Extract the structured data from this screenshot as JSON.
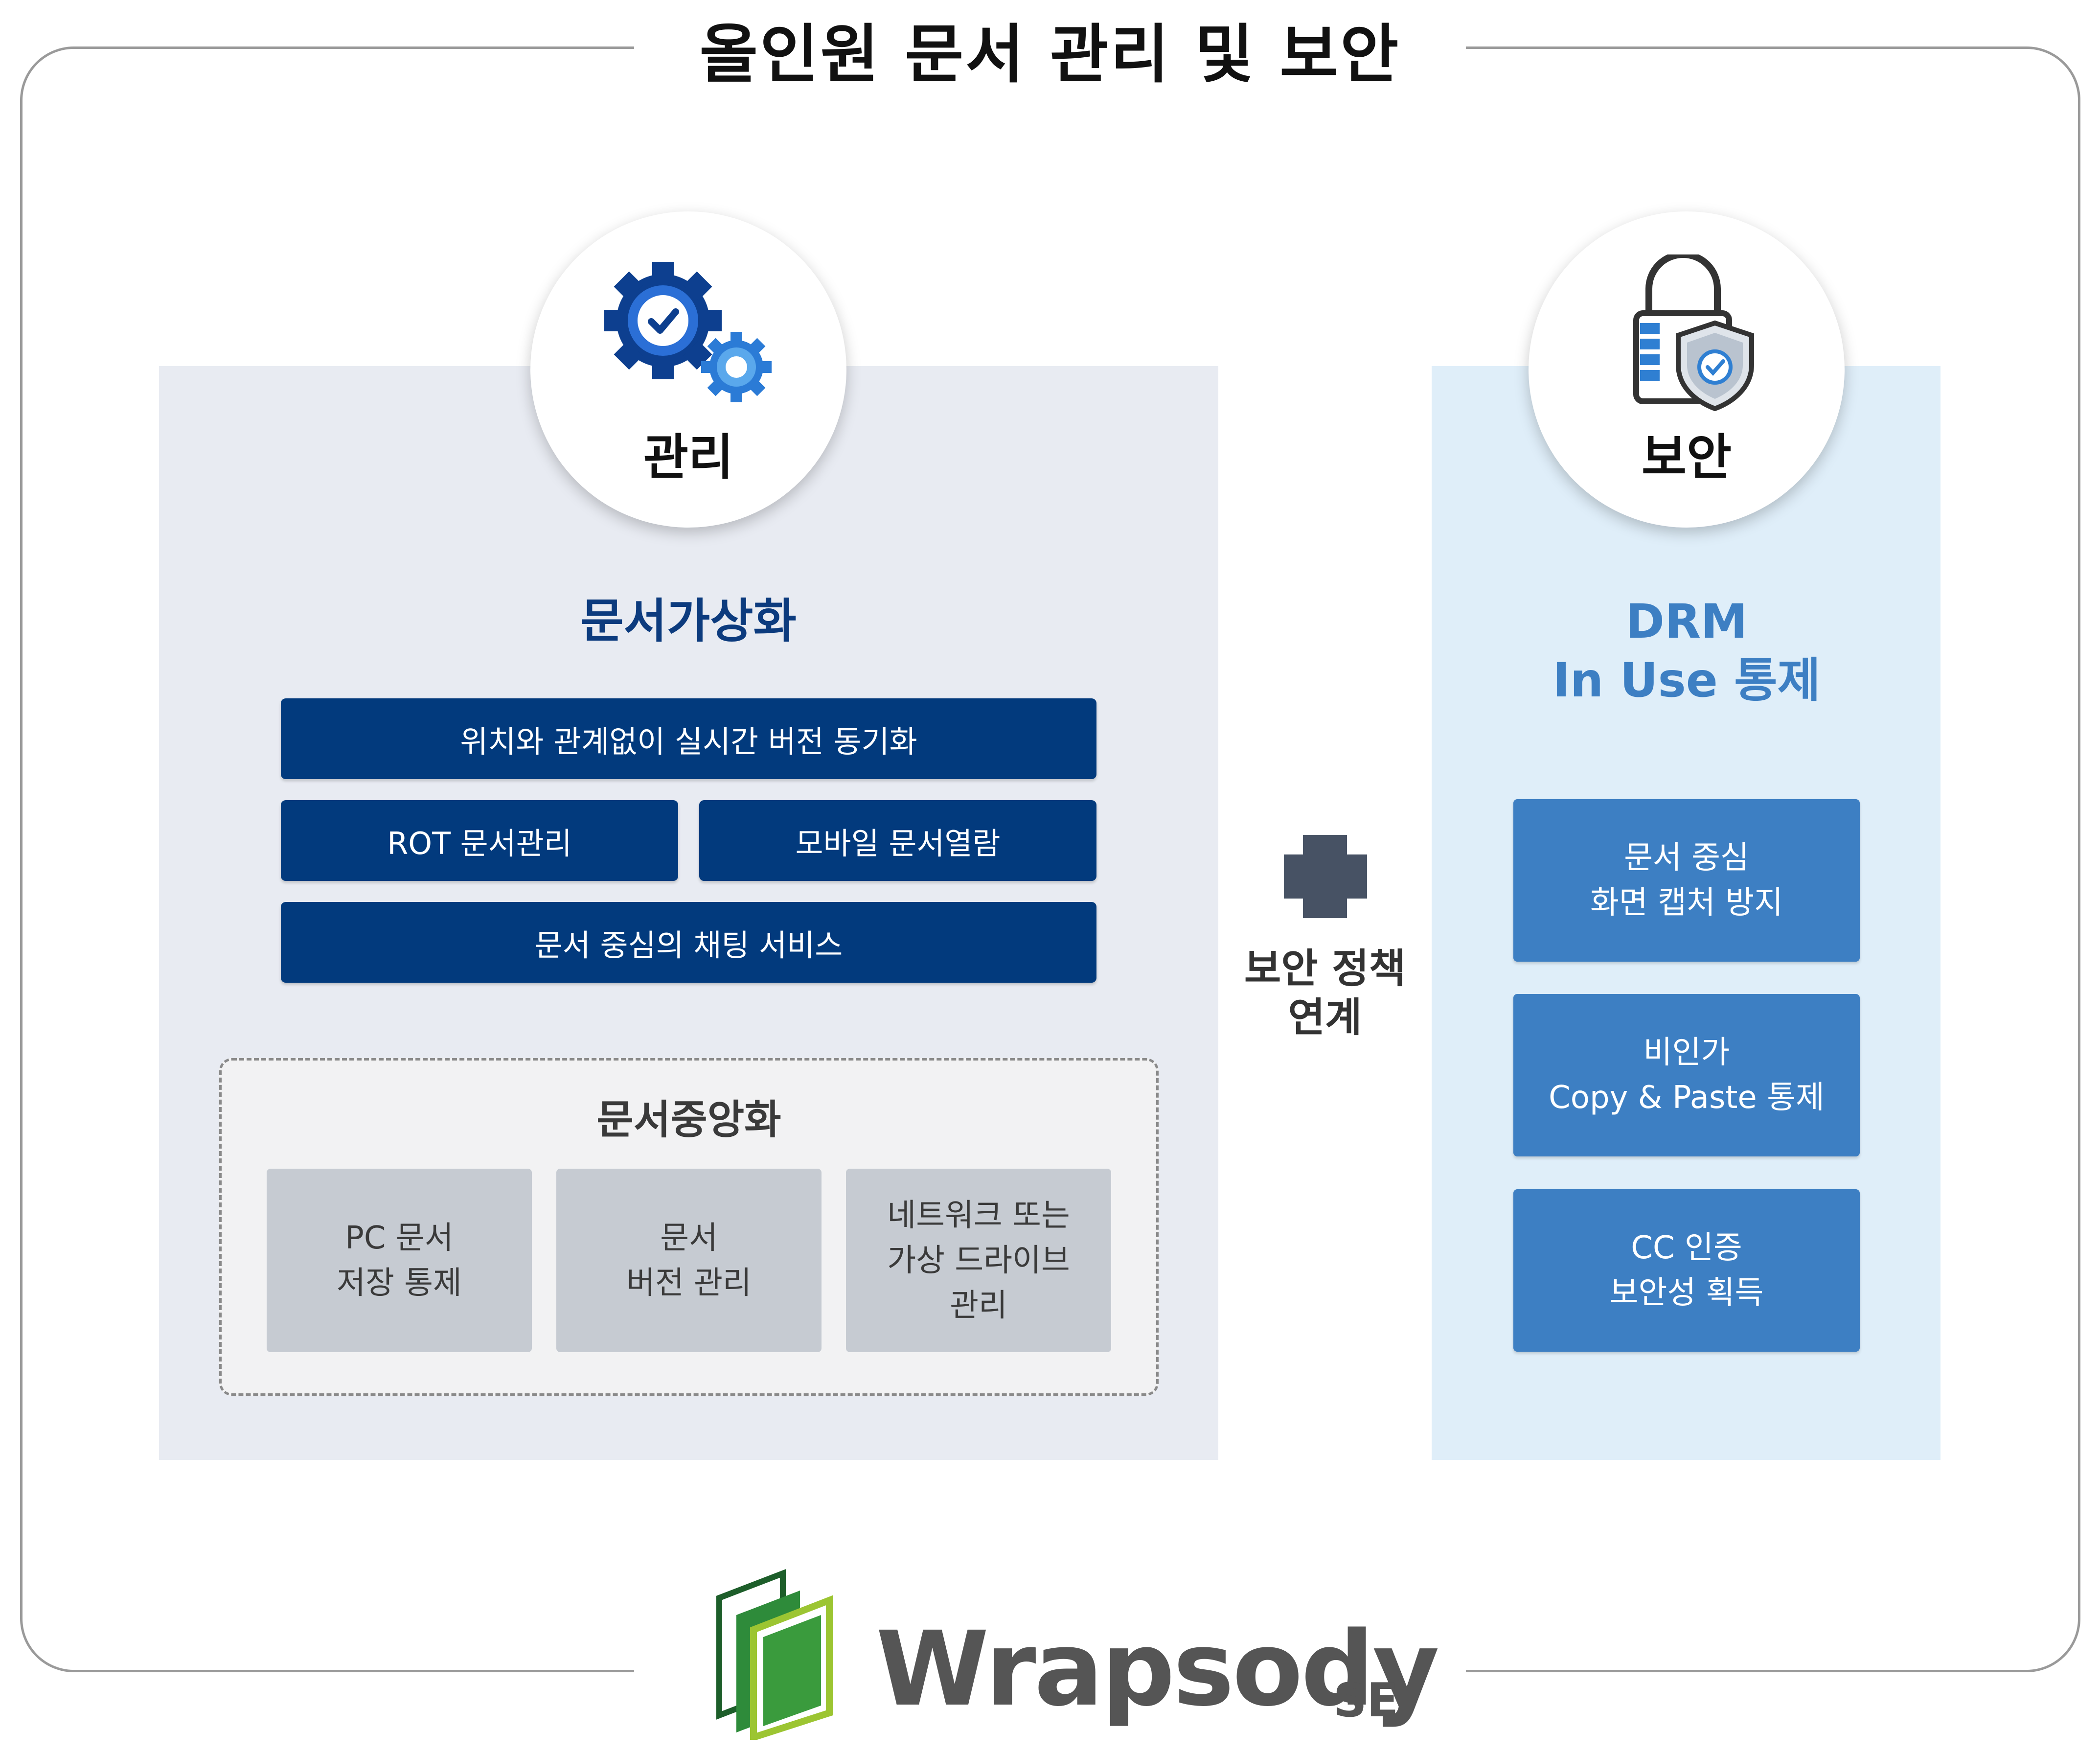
{
  "title": "올인원 문서 관리 및 보안",
  "colors": {
    "navy": "#023a7d",
    "blue": "#3d7fc3",
    "panel_management": "#e8ebf2",
    "panel_security": "#dfeef9",
    "grey_box": "#c6cbd2",
    "plus": "#475264",
    "logo_green": "#2e8b2e"
  },
  "management": {
    "icon": "gears-icon",
    "label": "관리",
    "heading": "문서가상화",
    "buttons": [
      "위치와 관계없이 실시간 버전 동기화",
      "ROT 문서관리",
      "모바일 문서열람",
      "문서 중심의 채팅 서비스"
    ],
    "centralization": {
      "heading": "문서중앙화",
      "boxes": [
        [
          "PC 문서",
          "저장 통제"
        ],
        [
          "문서",
          "버전 관리"
        ],
        [
          "네트워크 또는",
          "가상 드라이브",
          "관리"
        ]
      ]
    }
  },
  "link": {
    "icon": "plus-icon",
    "caption_lines": [
      "보안 정책",
      "연계"
    ]
  },
  "security": {
    "icon": "lock-shield-icon",
    "label": "보안",
    "heading_lines": [
      "DRM",
      "In Use 통제"
    ],
    "buttons": [
      [
        "문서 중심",
        "화면 캡처 방지"
      ],
      [
        "비인가",
        "Copy & Paste 통제"
      ],
      [
        "CC 인증",
        "보안성 획득"
      ]
    ]
  },
  "logo": {
    "name": "Wrapsody",
    "suffix": "SE"
  }
}
